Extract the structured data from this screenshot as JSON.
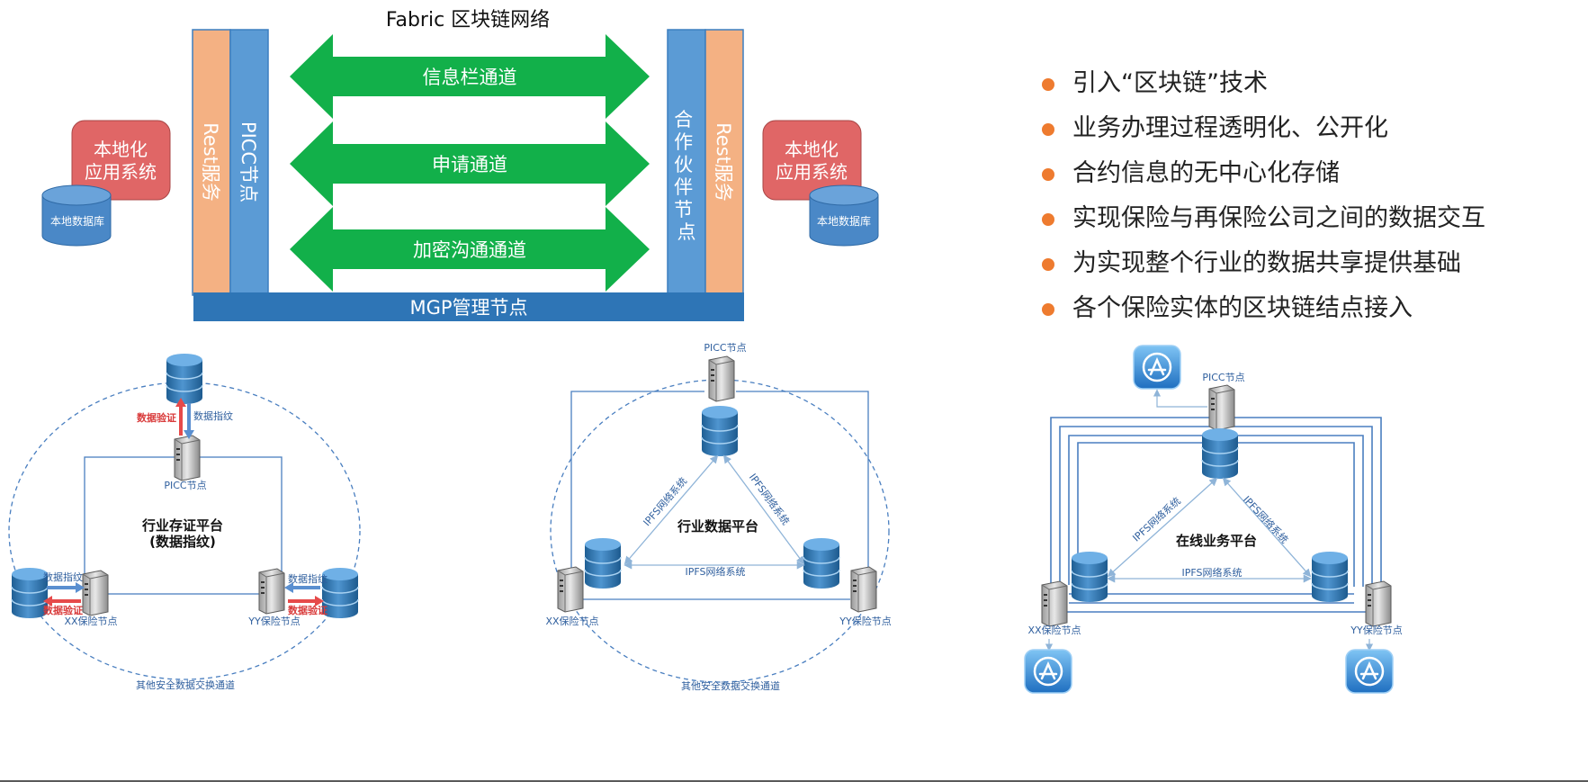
{
  "top_diagram": {
    "title": "Fabric 区块链网络",
    "left_rest": "Rest服务",
    "left_node": "PICC节点",
    "right_node": "合作伙伴节点",
    "right_rest": "Rest服务",
    "channels": [
      "信息栏通道",
      "申请通道",
      "加密沟通通道"
    ],
    "bottom_bar": "MGP管理节点",
    "left_app": [
      "本地化",
      "应用系统"
    ],
    "left_db": "本地数据库",
    "right_app": [
      "本地化",
      "应用系统"
    ],
    "right_db": "本地数据库",
    "colors": {
      "rest": "#f4b183",
      "node": "#5b9bd5",
      "arrow": "#12b04a",
      "app": "#e06666",
      "bar": "#2e75b6"
    }
  },
  "bullets": [
    "引入“区块链”技术",
    "业务办理过程透明化、公开化",
    "合约信息的无中心化存储",
    "实现保险与再保险公司之间的数据交互",
    "为实现整个行业的数据共享提供基础",
    "各个保险实体的区块链结点接入"
  ],
  "diagram1": {
    "top_node": "PICC节点",
    "data_verify": "数据验证",
    "data_fingerprint": "数据指纹",
    "center_title": "行业存证平台",
    "center_sub": "(数据指纹)",
    "left_node": "XX保险节点",
    "right_node": "YY保险节点",
    "left_fp": "数据指纹",
    "left_verify": "数据验证",
    "right_fp": "数据指纹",
    "right_verify": "数据验证",
    "bottom_label": "其他安全数据交换通道"
  },
  "diagram2": {
    "top_node": "PICC节点",
    "center_title": "行业数据平台",
    "edge_left": "IPFS网络系统",
    "edge_right": "IPFS网络系统",
    "edge_bottom": "IPFS网络系统",
    "left_node": "XX保险节点",
    "right_node": "YY保险节点",
    "bottom_label": "其他安全数据交换通道"
  },
  "diagram3": {
    "top_node": "PICC节点",
    "center_title": "在线业务平台",
    "edge_left": "IPFS网络系统",
    "edge_right": "IPFS网络系统",
    "edge_bottom": "IPFS网络系统",
    "left_node": "XX保险节点",
    "right_node": "YY保险节点"
  }
}
